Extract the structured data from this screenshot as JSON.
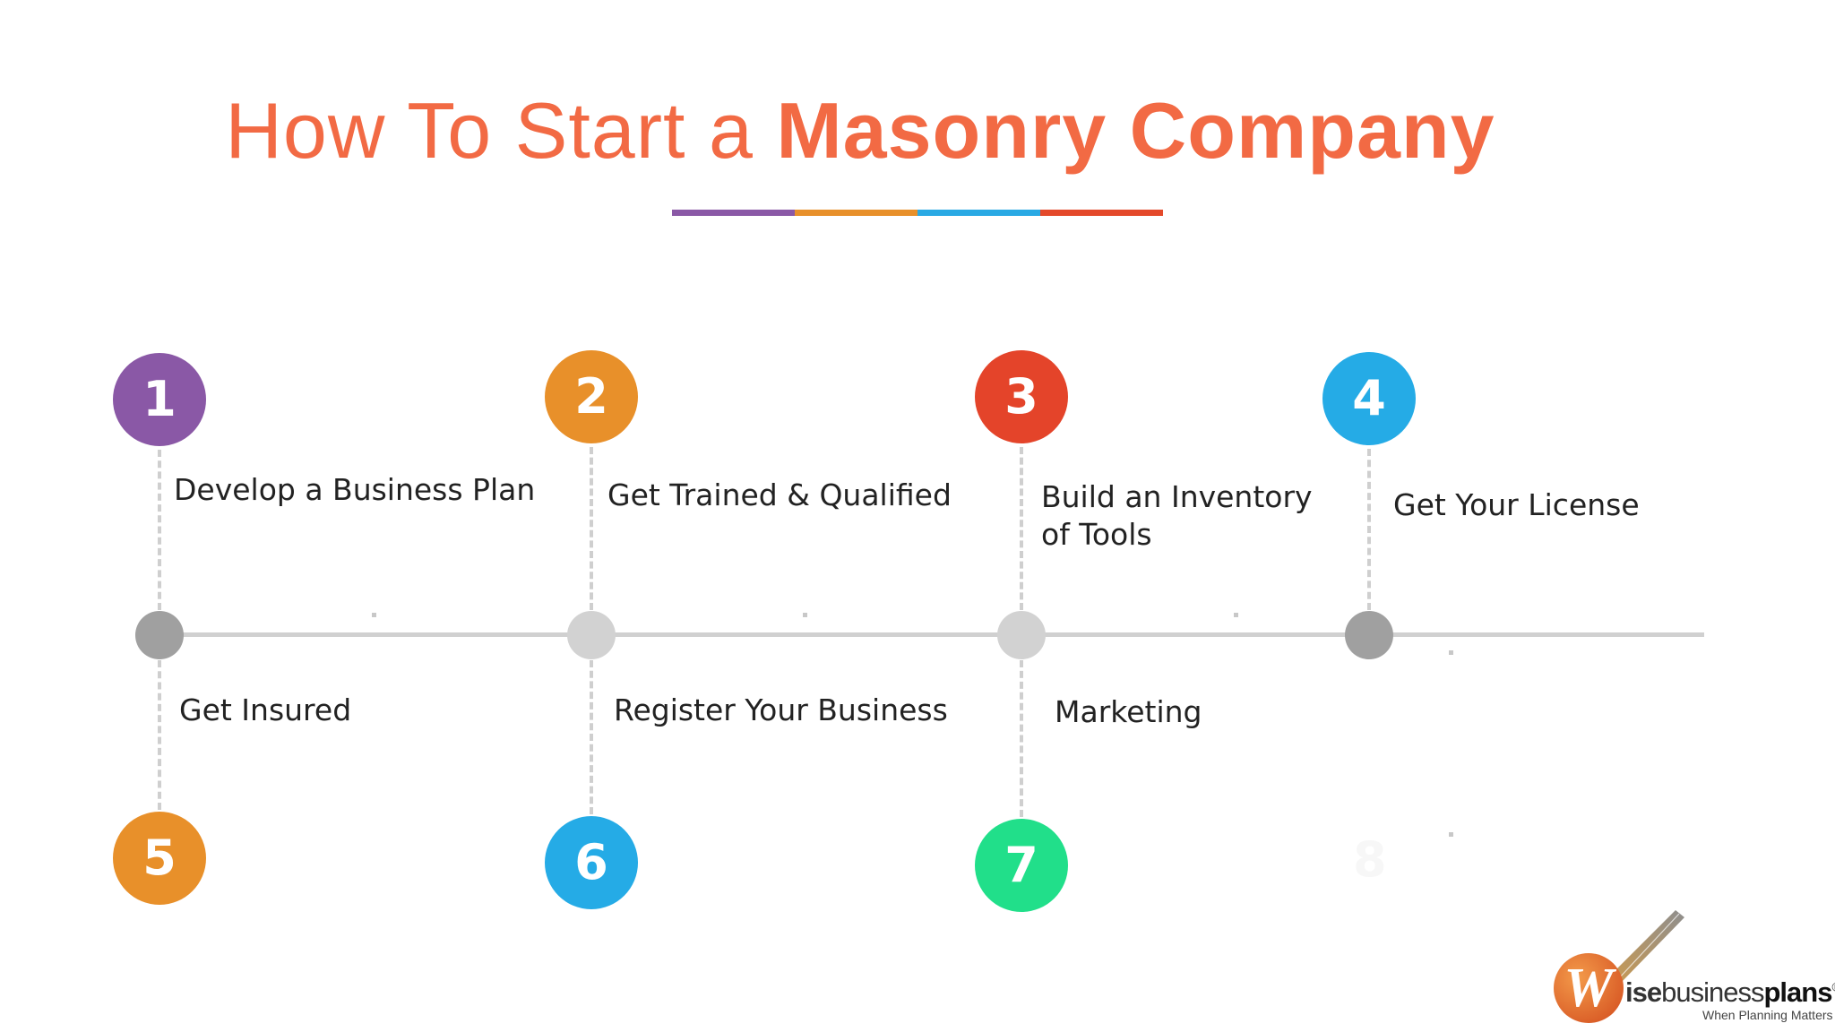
{
  "title": {
    "light": "How To Start a ",
    "bold": "Masonry Company",
    "color": "#f26a44"
  },
  "title_underline_colors": [
    "#8a58a6",
    "#e8902a",
    "#29a9e4",
    "#e4492a"
  ],
  "steps_top": [
    {
      "number": "1",
      "label_lines": [
        "Develop a Business Plan"
      ],
      "color": "#8a58a6"
    },
    {
      "number": "2",
      "label_lines": [
        "Get Trained & Qualified"
      ],
      "color": "#e8902a"
    },
    {
      "number": "3",
      "label_lines": [
        "Build an Inventory",
        "of Tools"
      ],
      "color": "#e4442a"
    },
    {
      "number": "4",
      "label_lines": [
        "Get Your License"
      ],
      "color": "#25abe6"
    }
  ],
  "steps_bottom": [
    {
      "number": "5",
      "label_lines": [
        "Get Insured"
      ],
      "color": "#e8902a"
    },
    {
      "number": "6",
      "label_lines": [
        "Register Your Business"
      ],
      "color": "#25abe6"
    },
    {
      "number": "7",
      "label_lines": [
        "Marketing"
      ],
      "color": "#21df8a"
    },
    {
      "number": "8",
      "label_lines": [],
      "color": "#ffffff"
    }
  ],
  "timeline_node_colors": [
    "#a0a0a0",
    "#d2d2d2",
    "#d2d2d2",
    "#a0a0a0"
  ],
  "logo": {
    "letter": "W",
    "word_1": "ise",
    "word_2": "business",
    "word_3": "plans",
    "registered": "®",
    "tagline": "When Planning Matters"
  }
}
